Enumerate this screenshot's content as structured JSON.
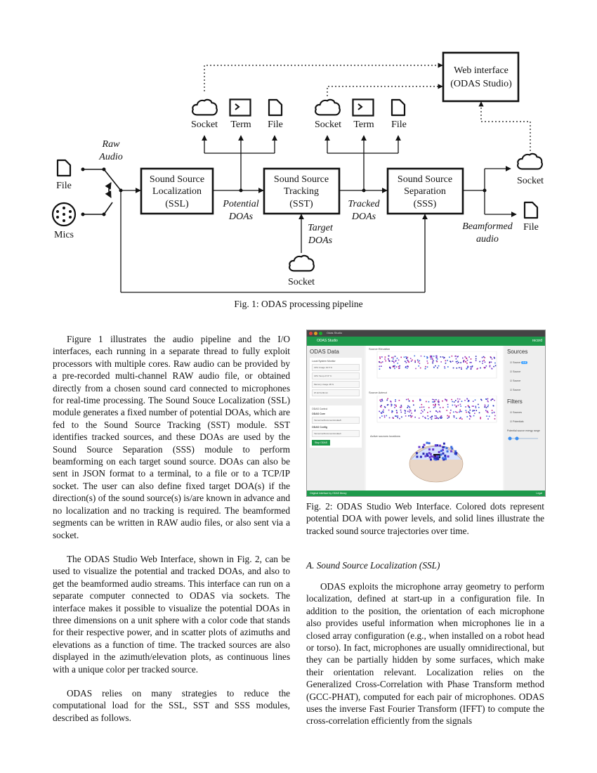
{
  "fig1": {
    "caption": "Fig. 1: ODAS processing pipeline",
    "blocks": {
      "ssl": [
        "Sound Source",
        "Localization",
        "(SSL)"
      ],
      "sst": [
        "Sound Source",
        "Tracking",
        "(SST)"
      ],
      "sss": [
        "Sound Source",
        "Separation",
        "(SSS)"
      ],
      "web": [
        "Web interface",
        "(ODAS Studio)"
      ]
    },
    "labels": {
      "socket": "Socket",
      "term": "Term",
      "file": "File",
      "mics": "Mics",
      "raw_audio": [
        "Raw",
        "Audio"
      ],
      "potential_doas": [
        "Potential",
        "DOAs"
      ],
      "tracked_doas": [
        "Tracked",
        "DOAs"
      ],
      "target_doas": [
        "Target",
        "DOAs"
      ],
      "beamformed_audio": [
        "Beamformed",
        "audio"
      ]
    }
  },
  "fig2": {
    "caption": "Fig. 2: ODAS Studio Web Interface. Colored dots represent potential DOA with power levels, and solid lines illustrate the tracked sound source trajectories over time.",
    "window_title": "Odas Studio",
    "app_name": "ODAS Studio",
    "record_label": "record",
    "panel_title": "ODAS Data",
    "monitor_title": "Local System Monitor",
    "monitor_rows": [
      {
        "label": "CPU Usage",
        "value": "19.5 %"
      },
      {
        "label": "CPU Temp",
        "value": "27.8 °C"
      },
      {
        "label": "Memory Usage",
        "value": "48 %"
      },
      {
        "label": "IP",
        "value": "10.51.80.10"
      }
    ],
    "control_title": "ODAS Control",
    "core_label": "ODAS Core",
    "core_value": "/home/me/Documents/odas/b",
    "config_label": "ODAS Config",
    "config_value": "/home/me/Documents/odas/c",
    "stop_button": "Stop ODAS",
    "elevation_title": "Source Elevation",
    "azimuth_title": "Source Azimut",
    "sphere_title": "Active sources locations",
    "sources_title": "Sources",
    "sources": [
      {
        "label": "Source",
        "badge": "0.6"
      },
      {
        "label": "Source",
        "badge": ""
      },
      {
        "label": "Source",
        "badge": ""
      },
      {
        "label": "Source",
        "badge": ""
      }
    ],
    "filters_title": "Filters",
    "filters": [
      "Sources",
      "Potentials"
    ],
    "range_label": "Potential source energy range",
    "footer_left": "Original interface by ODAS library",
    "footer_right": "Legal"
  },
  "body": {
    "left_paragraphs": [
      "Figure 1 illustrates the audio pipeline and the I/O interfaces, each running in a separate thread to fully exploit processors with multiple cores. Raw audio can be provided by a pre-recorded multi-channel RAW audio file, or obtained directly from a chosen sound card connected to microphones for real-time processing. The Sound Souce Localization (SSL) module generates a fixed number of potential DOAs, which are fed to the Sound Source Tracking (SST) module. SST identifies tracked sources, and these DOAs are used by the Sound Source Separation (SSS) module to perform beamforming on each target sound source. DOAs can also be sent in JSON format to a terminal, to a file or to a TCP/IP socket. The user can also define fixed target DOA(s) if the direction(s) of the sound source(s) is/are known in advance and no localization and no tracking is required. The beamformed segments can be written in RAW audio files, or also sent via a socket.",
      "The ODAS Studio Web Interface, shown in Fig. 2, can be used to visualize the potential and tracked DOAs, and also to get the beamformed audio streams. This interface can run on a separate computer connected to ODAS via sockets. The interface makes it possible to visualize the potential DOAs in three dimensions on a unit sphere with a color code that stands for their respective power, and in scatter plots of azimuths and elevations as a function of time. The tracked sources are also displayed in the azimuth/elevation plots, as continuous lines with a unique color per tracked source.",
      "ODAS relies on many strategies to reduce the computational load for the SSL, SST and SSS modules, described as follows."
    ],
    "section_heading": "A. Sound Source Localization (SSL)",
    "ssl_paragraph": "ODAS exploits the microphone array geometry to perform localization, defined at start-up in a configuration file. In addition to the position, the orientation of each microphone also provides useful information when microphones lie in a closed array configuration (e.g., when installed on a robot head or torso). In fact, microphones are usually omnidirectional, but they can be partially hidden by some surfaces, which make their orientation relevant. Localization relies on the Generalized Cross-Correlation with Phase Transform method (GCC-PHAT), computed for each pair of microphones. ODAS uses the inverse Fast Fourier Transform (IFFT) to compute the cross-correlation efficiently from the signals"
  }
}
